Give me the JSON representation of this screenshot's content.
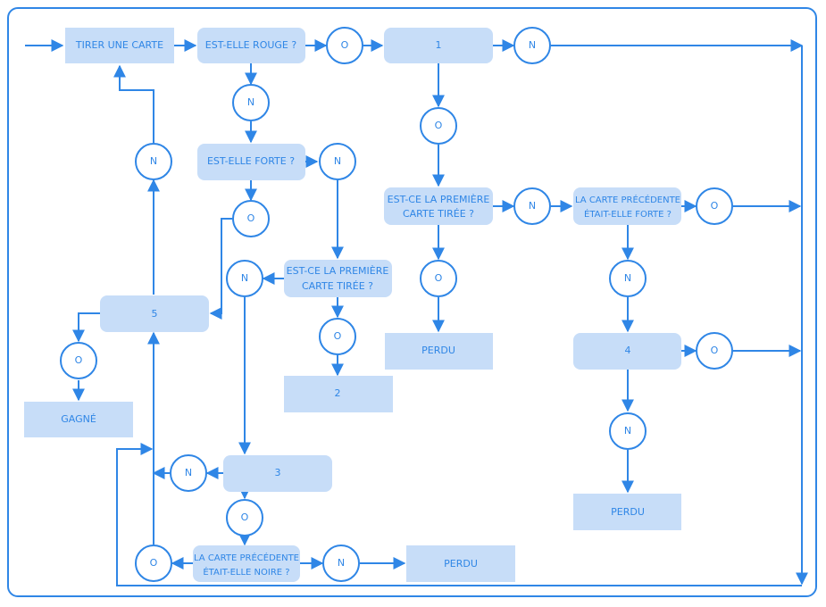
{
  "nodes": {
    "tirer": "TIRER UNE CARTE",
    "rouge": "EST-ELLE ROUGE ?",
    "forte": "EST-ELLE FORTE ?",
    "premiere_mid_l1": "EST-CE LA PREMIÈRE",
    "premiere_mid_l2": "CARTE TIRÉE ?",
    "premiere_right_l1": "EST-CE LA PREMIÈRE",
    "premiere_right_l2": "CARTE TIRÉE ?",
    "prec_forte_l1": "LA CARTE PRÉCÉDENTE",
    "prec_forte_l2": "ÉTAIT-ELLE FORTE ?",
    "prec_noire_l1": "LA CARTE PRÉCÉDENTE",
    "prec_noire_l2": "ÉTAIT-ELLE NOIRE ?",
    "n1": "1",
    "n2": "2",
    "n3": "3",
    "n4": "4",
    "n5": "5",
    "perdu_a": "PERDU",
    "perdu_b": "PERDU",
    "perdu_c": "PERDU",
    "gagne": "GAGNÉ"
  },
  "answers": {
    "oui": "O",
    "non": "N"
  }
}
